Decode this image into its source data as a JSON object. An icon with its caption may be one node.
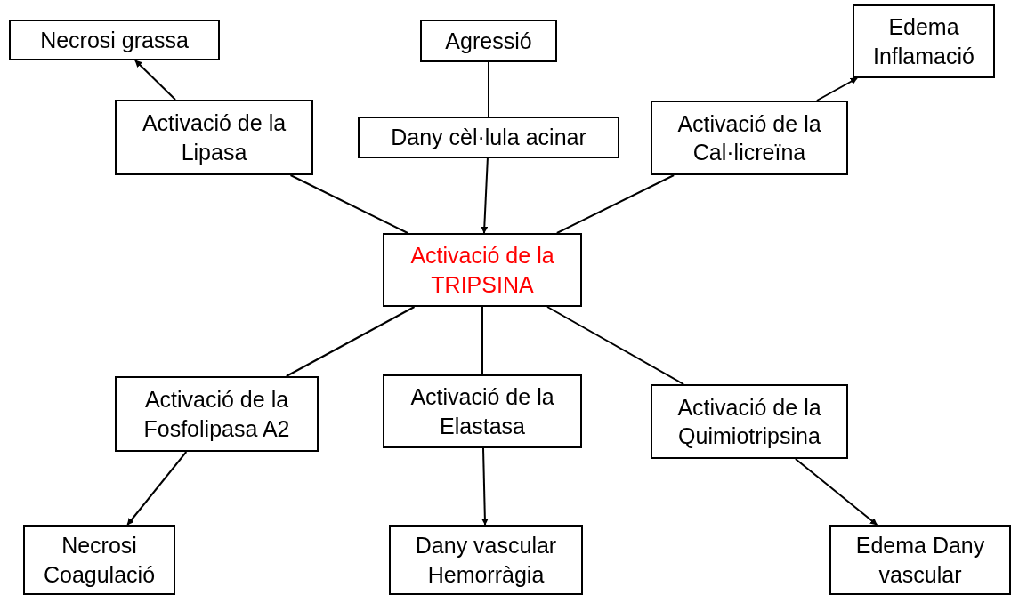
{
  "diagram": {
    "nodes": [
      {
        "text": [
          "Necrosi grassa"
        ]
      },
      {
        "text": [
          "Agressió"
        ]
      },
      {
        "text": [
          "Edema Inflamació"
        ]
      },
      {
        "text": [
          "Activació de la Lipasa"
        ]
      },
      {
        "text": [
          "Dany cèl·lula acinar"
        ]
      },
      {
        "text": [
          "Activació de la Cal·licreïna"
        ]
      },
      {
        "text": [
          "Activació de la TRIPSINA"
        ]
      },
      {
        "text": [
          "Activació de la Fosfolipasa A2"
        ]
      },
      {
        "text": [
          "Activació de la Elastasa"
        ]
      },
      {
        "text": [
          "Activació de la Quimiotripsina"
        ]
      },
      {
        "text": [
          "Necrosi Coagulació"
        ]
      },
      {
        "text": [
          "Dany vascular Hemorràgia"
        ]
      },
      {
        "text": [
          "Edema Dany vascular"
        ]
      }
    ],
    "edges": [
      {
        "from": 1,
        "to": 4,
        "arrow": "none"
      },
      {
        "from": 4,
        "to": 6,
        "arrow": "to"
      },
      {
        "from": 6,
        "to": 3,
        "arrow": "none"
      },
      {
        "from": 3,
        "to": 0,
        "arrow": "to"
      },
      {
        "from": 6,
        "to": 5,
        "arrow": "none"
      },
      {
        "from": 5,
        "to": 2,
        "arrow": "to"
      },
      {
        "from": 6,
        "to": 7,
        "arrow": "none"
      },
      {
        "from": 7,
        "to": 10,
        "arrow": "to"
      },
      {
        "from": 6,
        "to": 8,
        "arrow": "none"
      },
      {
        "from": 8,
        "to": 11,
        "arrow": "to"
      },
      {
        "from": 6,
        "to": 9,
        "arrow": "none"
      },
      {
        "from": 9,
        "to": 12,
        "arrow": "to"
      }
    ]
  }
}
